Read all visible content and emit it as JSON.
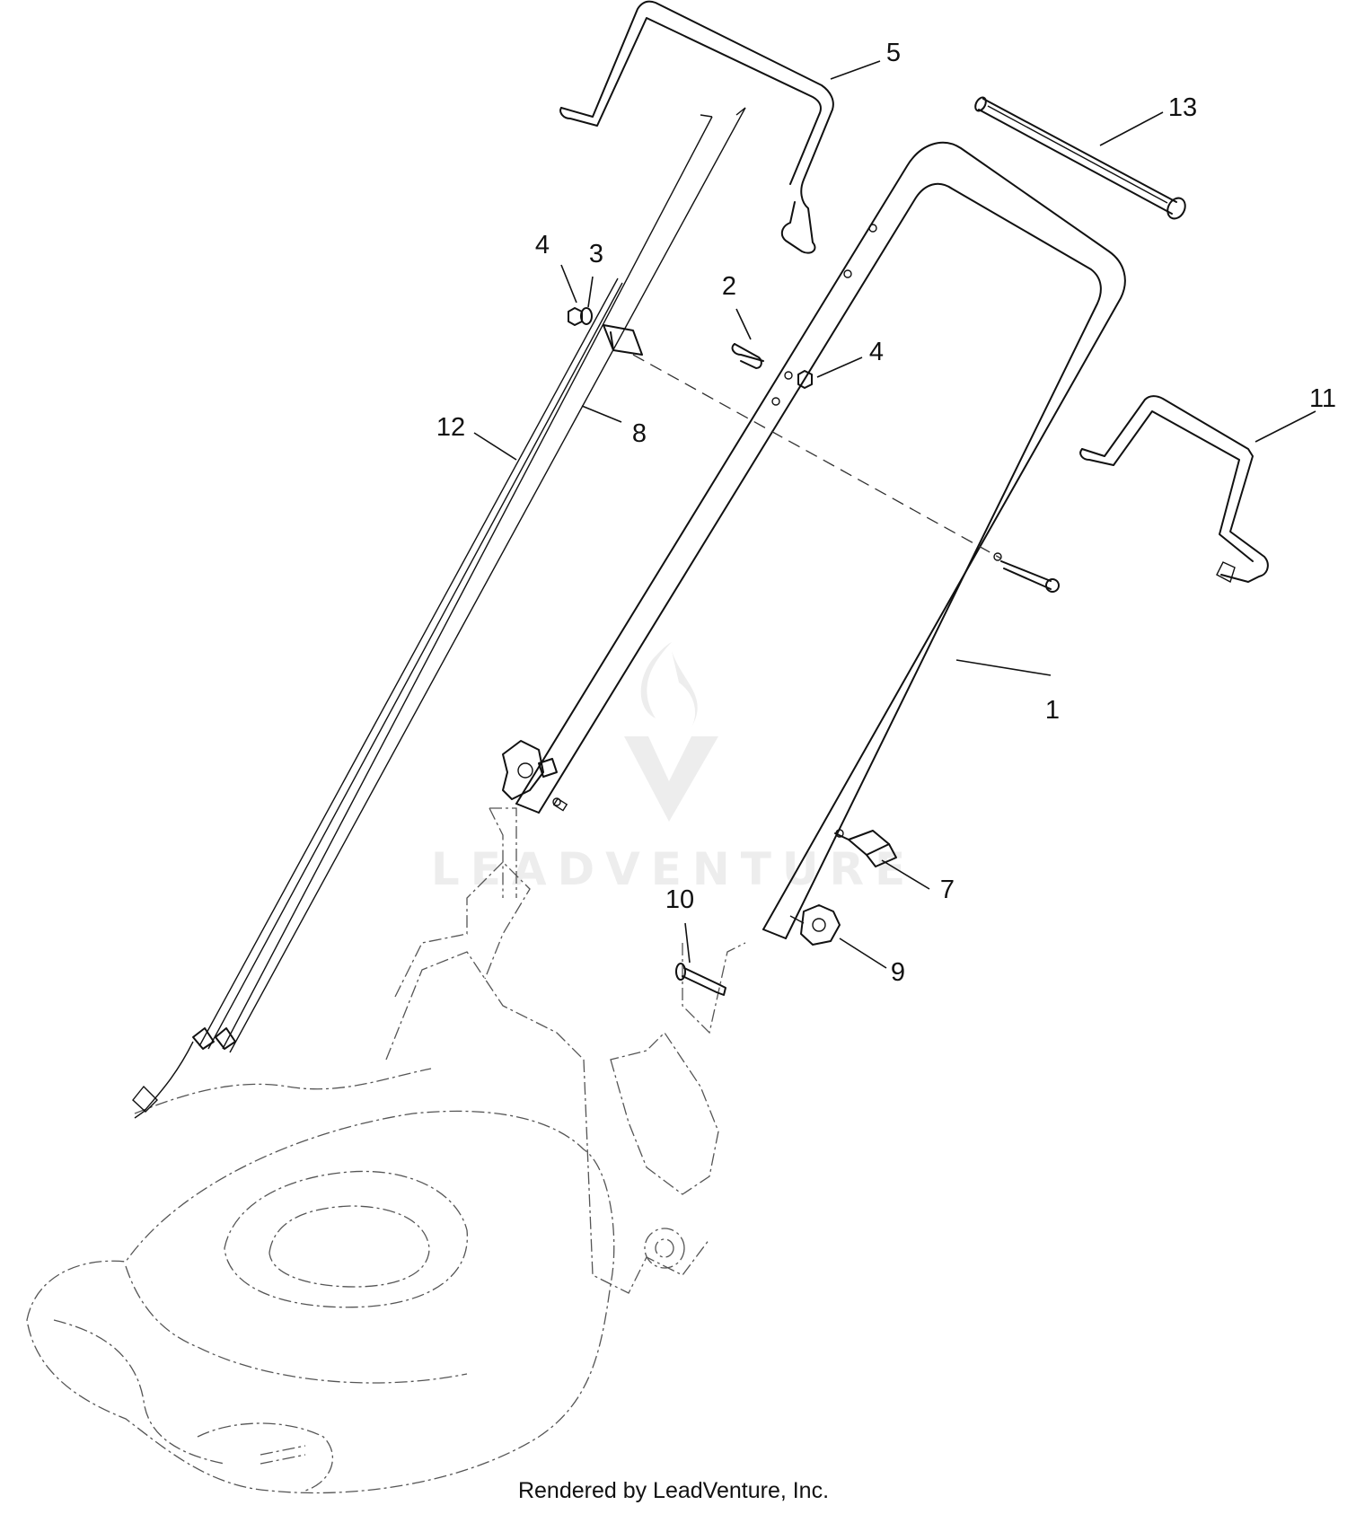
{
  "callouts": [
    {
      "id": "1",
      "label": "1"
    },
    {
      "id": "2",
      "label": "2"
    },
    {
      "id": "3",
      "label": "3"
    },
    {
      "id": "4a",
      "label": "4"
    },
    {
      "id": "4b",
      "label": "4"
    },
    {
      "id": "5",
      "label": "5"
    },
    {
      "id": "7",
      "label": "7"
    },
    {
      "id": "8",
      "label": "8"
    },
    {
      "id": "9",
      "label": "9"
    },
    {
      "id": "10",
      "label": "10"
    },
    {
      "id": "11",
      "label": "11"
    },
    {
      "id": "12",
      "label": "12"
    },
    {
      "id": "13",
      "label": "13"
    }
  ],
  "watermark": {
    "text": "LEADVENTURE"
  },
  "footer": {
    "credit": "Rendered by LeadVenture, Inc."
  }
}
